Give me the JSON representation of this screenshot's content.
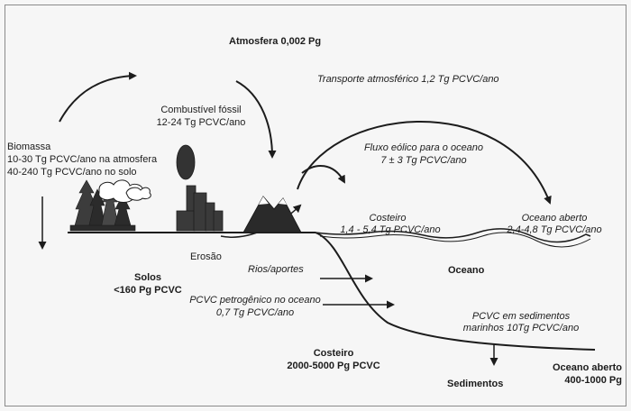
{
  "labels": {
    "atmosphere": "Atmosfera 0,002 Pg",
    "atm_transport": "Transporte atmosférico 1,2 Tg PCVC/ano",
    "fossil_title": "Combustível fóssil",
    "fossil_value": "12-24 Tg PCVC/ano",
    "biomass_title": "Biomassa",
    "biomass_atm": "10-30 Tg PCVC/ano na atmosfera",
    "biomass_soil": "40-240 Tg PCVC/ano no solo",
    "eolic_title": "Fluxo eólico para o oceano",
    "eolic_value": "7 ± 3 Tg PCVC/ano",
    "coastal_title": "Costeiro",
    "coastal_value": "1,4 - 5,4 Tg PCVC/ano",
    "open_ocean_title": "Oceano aberto",
    "open_ocean_value": "2,4-4,8 Tg PCVC/ano",
    "erosion": "Erosão",
    "soils_title": "Solos",
    "soils_value": "<160 Pg PCVC",
    "rivers": "Rios/aportes",
    "ocean": "Oceano",
    "petro_title": "PCVC petrogênico no oceano",
    "petro_value": "0,7 Tg PCVC/ano",
    "sediment_flux_title": "PCVC em sedimentos",
    "sediment_flux_value": "marinhos 10Tg PCVC/ano",
    "coastal_store_title": "Costeiro",
    "coastal_store_value": "2000-5000 Pg PCVC",
    "sediments": "Sedimentos",
    "open_store_title": "Oceano aberto",
    "open_store_value": "400-1000 Pg"
  },
  "colors": {
    "line": "#1c1c1c",
    "background": "#f6f6f6",
    "mountain_fill": "#2a2a2a",
    "smoke": "#3a3a3a"
  }
}
